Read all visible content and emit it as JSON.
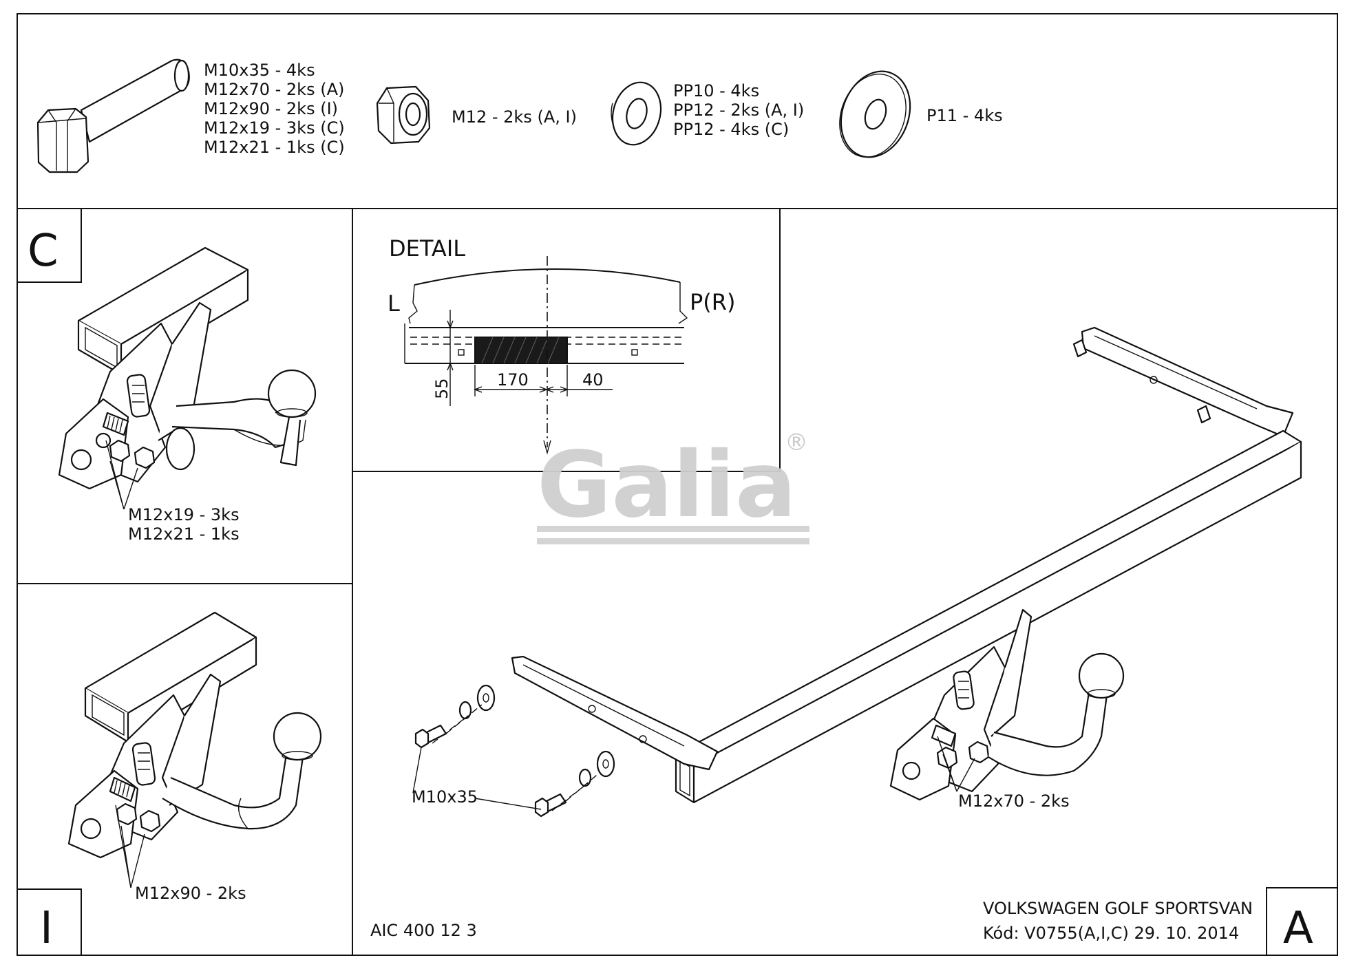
{
  "parts": {
    "bolt_specs": [
      "M10x35 - 4ks",
      "M12x70 - 2ks (A)",
      "M12x90 - 2ks (I)",
      "M12x19 - 3ks (C)",
      "M12x21 - 1ks (C)"
    ],
    "nut_spec": "M12 - 2ks (A, I)",
    "washer_specs": [
      "PP10 - 4ks",
      "PP12 - 2ks (A, I)",
      "PP12 - 4ks (C)"
    ],
    "flat_washer_spec": "P11 - 4ks"
  },
  "panel_c": {
    "letter": "C",
    "callouts": [
      "M12x19 - 3ks",
      "M12x21 - 1ks"
    ]
  },
  "panel_i": {
    "letter": "I",
    "callout": "M12x90 - 2ks"
  },
  "detail": {
    "title": "DETAIL",
    "left_label": "L",
    "right_label": "P(R)",
    "dim_height": "55",
    "dim_width": "170",
    "dim_offset": "40"
  },
  "main": {
    "bolt_callout": "M10x35",
    "bracket_callout": "M12x70 - 2ks",
    "letter": "A"
  },
  "watermark": {
    "text": "Galia",
    "mark": "®"
  },
  "title_block": {
    "code": "AIC 400 12 3",
    "vehicle": "VOLKSWAGEN GOLF SPORTSVAN",
    "kod_line": "Kód: V0755(A,I,C)  29. 10. 2014"
  }
}
